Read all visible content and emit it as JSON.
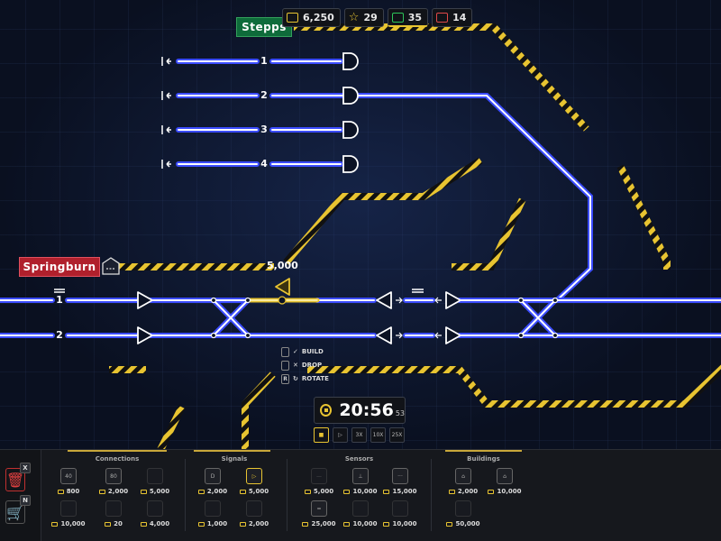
{
  "stats": {
    "money": "6,250",
    "stars": "29",
    "green_trains": "35",
    "red_trains": "14"
  },
  "stations": {
    "stepps": "Stepps",
    "springburn": "Springburn"
  },
  "tracks": {
    "upper": [
      "1",
      "2",
      "3",
      "4"
    ],
    "lower": [
      "1",
      "2"
    ]
  },
  "placement_price": "5,000",
  "hints": [
    {
      "key": "",
      "label": "BUILD"
    },
    {
      "key": "",
      "label": "DROP"
    },
    {
      "key": "R",
      "label": "ROTATE"
    }
  ],
  "clock": {
    "time": "20:56",
    "seconds": "53"
  },
  "speeds": [
    "",
    "",
    "3X",
    "10X",
    "25X"
  ],
  "side_keys": {
    "delete": "X",
    "shop": "N"
  },
  "categories": {
    "connections": {
      "title": "Connections",
      "items": [
        {
          "icon": "40",
          "price": "800"
        },
        {
          "icon": "80",
          "price": "2,000"
        },
        {
          "icon": "",
          "price": "5,000"
        },
        {
          "icon": "",
          "price": "10,000"
        },
        {
          "icon": "",
          "price": "20"
        },
        {
          "icon": "",
          "price": "4,000"
        }
      ]
    },
    "signals": {
      "title": "Signals",
      "items": [
        {
          "icon": "D",
          "price": "2,000"
        },
        {
          "icon": "▷",
          "price": "5,000"
        },
        {
          "icon": "",
          "price": "1,000"
        },
        {
          "icon": "",
          "price": "2,000"
        }
      ]
    },
    "sensors": {
      "title": "Sensors",
      "items": [
        {
          "icon": "—",
          "price": "5,000"
        },
        {
          "icon": "⊥",
          "price": "10,000"
        },
        {
          "icon": "···",
          "price": "15,000"
        },
        {
          "icon": "=",
          "price": "25,000"
        },
        {
          "icon": "",
          "price": "10,000"
        },
        {
          "icon": "",
          "price": "10,000"
        }
      ]
    },
    "buildings": {
      "title": "Buildings",
      "items": [
        {
          "icon": "⌂",
          "price": "2,000"
        },
        {
          "icon": "⌂",
          "price": "10,000"
        },
        {
          "icon": "",
          "price": "50,000"
        }
      ]
    }
  },
  "colors": {
    "track": "#4a5cff",
    "track_core": "#ffffff",
    "selected": "#e8c431",
    "hazard": "#e8c431",
    "stepps": "#0e6b3a",
    "springburn": "#b0202c"
  }
}
